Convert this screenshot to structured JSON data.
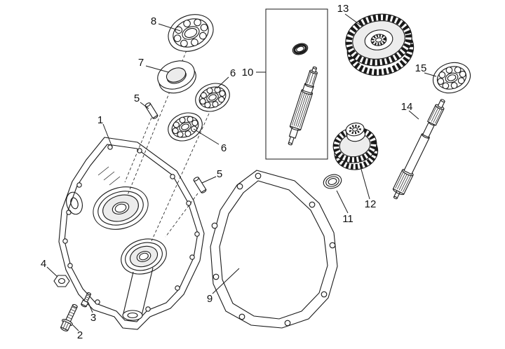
{
  "figure": {
    "description": "exploded-parts-diagram",
    "background_color": "#ffffff",
    "line_color": "#1a1a1a",
    "callouts": [
      {
        "label": "1"
      },
      {
        "label": "2"
      },
      {
        "label": "3"
      },
      {
        "label": "4"
      },
      {
        "label": "5"
      },
      {
        "label": "5"
      },
      {
        "label": "6"
      },
      {
        "label": "6"
      },
      {
        "label": "7"
      },
      {
        "label": "8"
      },
      {
        "label": "9"
      },
      {
        "label": "10"
      },
      {
        "label": "11"
      },
      {
        "label": "12"
      },
      {
        "label": "13"
      },
      {
        "label": "14"
      },
      {
        "label": "15"
      }
    ]
  }
}
